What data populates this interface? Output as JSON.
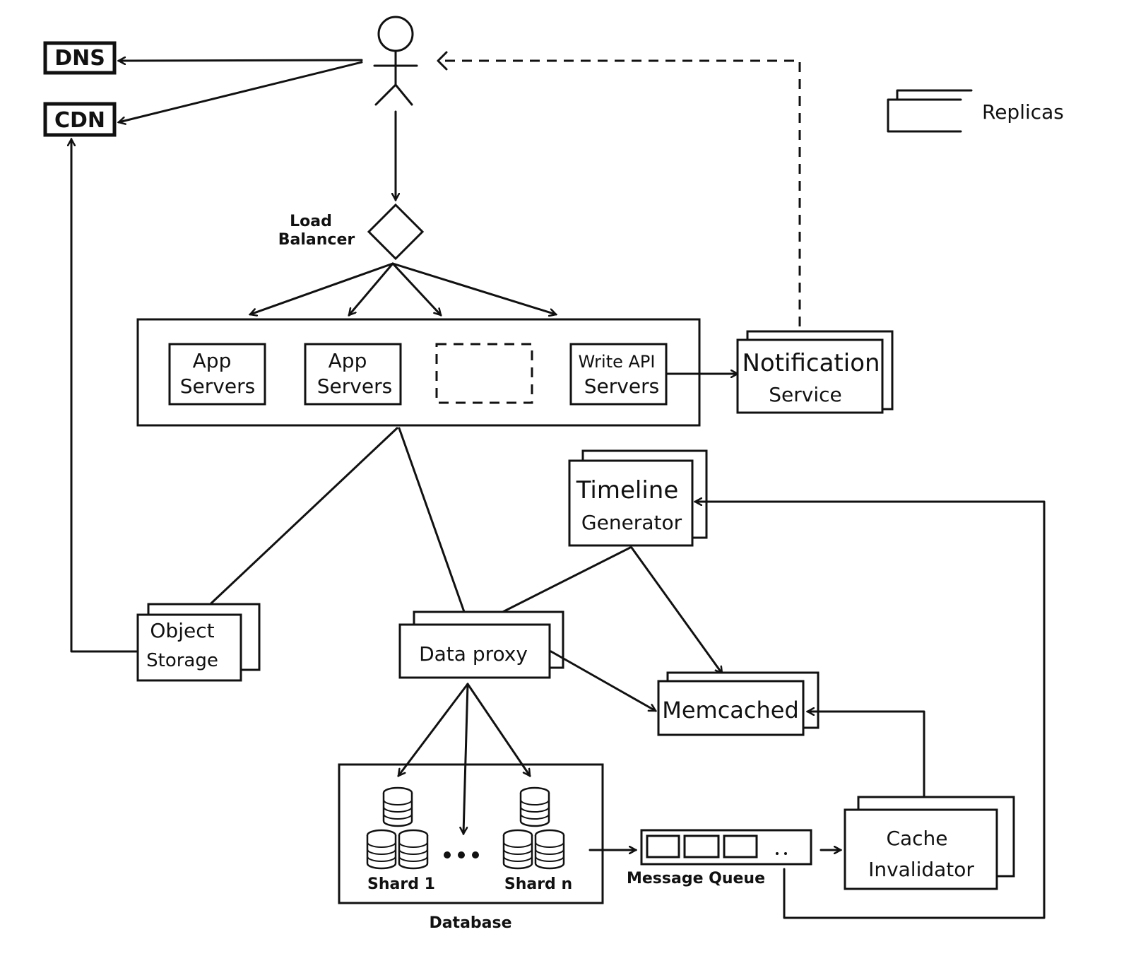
{
  "nodes": {
    "dns": "DNS",
    "cdn": "CDN",
    "load_balancer": [
      "Load",
      "Balancer"
    ],
    "app_servers_1": [
      "App",
      "Servers"
    ],
    "app_servers_2": [
      "App",
      "Servers"
    ],
    "write_api": [
      "Write API",
      "Servers"
    ],
    "notification": [
      "Notification",
      "Service"
    ],
    "timeline": [
      "Timeline",
      "Generator"
    ],
    "object_storage": [
      "Object",
      "Storage"
    ],
    "data_proxy": "Data proxy",
    "memcached": "Memcached",
    "shard_1": "Shard 1",
    "shard_n": "Shard n",
    "database": "Database",
    "message_queue": "Message Queue",
    "cache_invalidator": [
      "Cache",
      "Invalidator"
    ],
    "replicas_legend": "Replicas"
  }
}
